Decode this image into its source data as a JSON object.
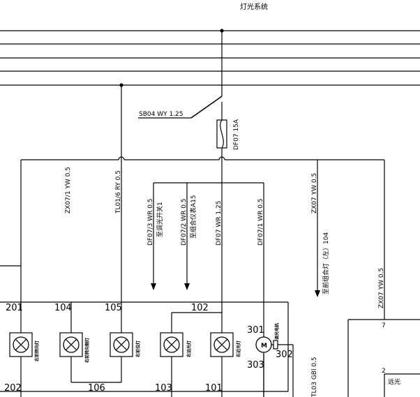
{
  "title": "灯光系统",
  "switch_label": "SB04 WY 1.25",
  "fuse_label": "DF07 15A",
  "wires": {
    "zx071": "ZX07/1 YW 0.5",
    "tl016": "TL01/6 RY 0.5",
    "df073": "DF07/3 WR 0.5",
    "df073_dest": "至调光开关1",
    "df072": "DF07/2 WR 0.5",
    "df072_dest": "至组合仪表A15",
    "df071_25": "DF07 WR 1.25",
    "df071": "DF07/1 WR 0.5",
    "zx07b": "ZX07 YW 0.5",
    "zx07b_dest": "至前组合灯（左）104",
    "zx07c": "ZX07 YW 0.5",
    "tl03": "TL03 GBl 0.5"
  },
  "nodes": {
    "n201": "201",
    "n104": "104",
    "n105": "105",
    "n102": "102",
    "n301": "301",
    "n303": "303",
    "n302": "302",
    "n202": "202",
    "n106": "106",
    "n103": "103",
    "n101": "101",
    "n7": "7",
    "n2": "2"
  },
  "lamps": [
    {
      "label": "右前转向灯"
    },
    {
      "label": "右前转向侧灯"
    },
    {
      "label": "右前位灯"
    },
    {
      "label": "右远光灯"
    },
    {
      "label": "右近光灯"
    }
  ],
  "motor": {
    "symbol": "M",
    "label": "调光电机"
  },
  "connector_label": "远光"
}
